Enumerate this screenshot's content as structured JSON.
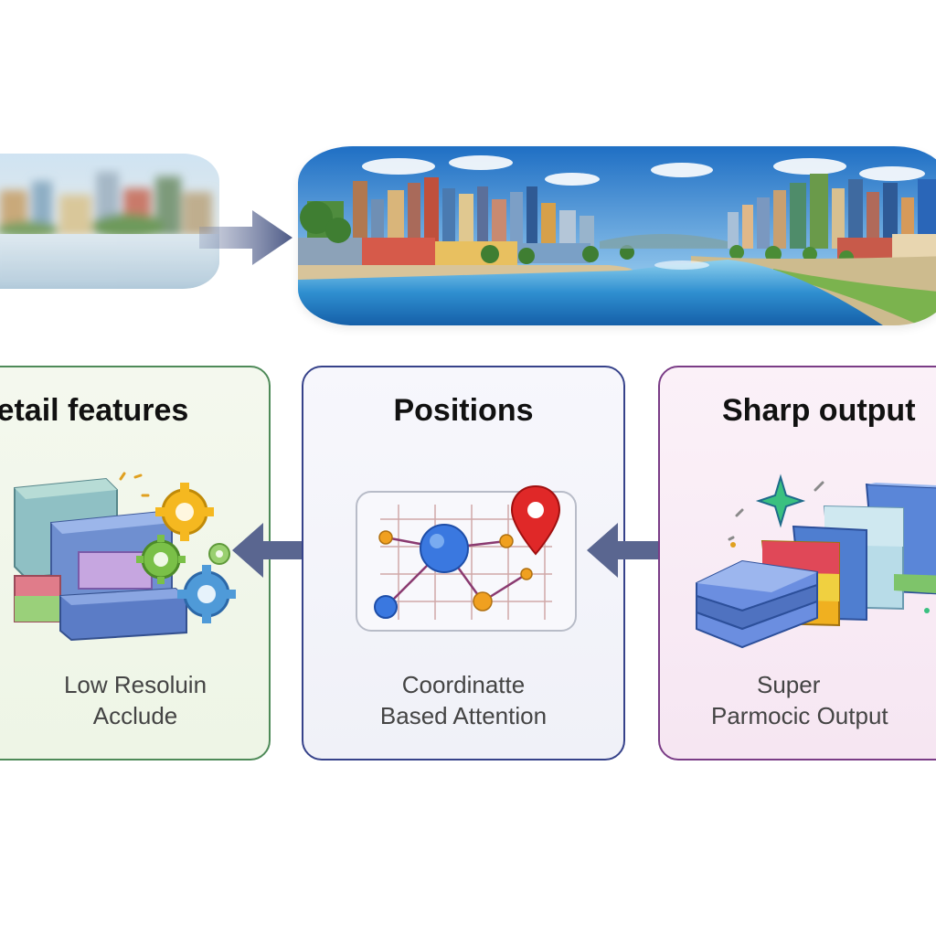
{
  "cards": [
    {
      "title": "Detail features",
      "description_line1": "Low Resoluin",
      "description_line2": "Acclude"
    },
    {
      "title": "Positions",
      "description_line1": "Coordinatte",
      "description_line2": "Based Attention"
    },
    {
      "title": "Sharp output",
      "description_line1": "Super",
      "description_line2": "Parmocic Output"
    }
  ],
  "colors": {
    "arrow": "#5a6690",
    "detail_border": "#4e8a58",
    "positions_border": "#36428a",
    "sharp_border": "#7a3c86"
  }
}
